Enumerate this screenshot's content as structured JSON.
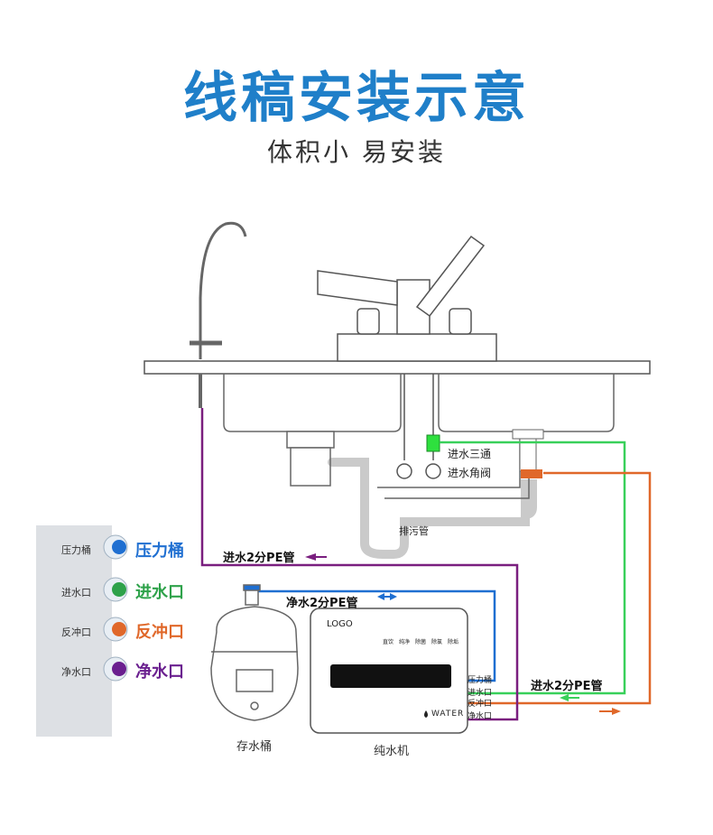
{
  "header": {
    "title": "线稿安装示意",
    "subtitle": "体积小 易安装"
  },
  "sink": {
    "tee_label": "进水三通",
    "angle_valve_label": "进水角阀",
    "drain_label": "排污管"
  },
  "side_panel": {
    "ports": [
      {
        "small": "压力桶",
        "label": "压力桶",
        "color": "#1f6fd1"
      },
      {
        "small": "进水口",
        "label": "进水口",
        "color": "#2ea24a"
      },
      {
        "small": "反冲口",
        "label": "反冲口",
        "color": "#e0682a"
      },
      {
        "small": "净水口",
        "label": "净水口",
        "color": "#6a1f8f"
      }
    ]
  },
  "pipes": {
    "inlet_top": "进水2分PE管",
    "pure_water": "净水2分PE管",
    "inlet_right": "进水2分PE管"
  },
  "tank": {
    "caption": "存水桶"
  },
  "machine": {
    "logo": "LOGO",
    "caption": "纯水机",
    "brand": "WATER",
    "buttons": [
      "直饮",
      "纯净",
      "除菌",
      "除氯",
      "除垢"
    ],
    "ports": [
      "压力桶",
      "进水口",
      "反冲口",
      "净水口"
    ]
  },
  "colors": {
    "blue": "#1f6fd1",
    "green": "#39d05a",
    "orange": "#e0682a",
    "purple": "#7a1f7f",
    "title": "#1f7fc9"
  }
}
